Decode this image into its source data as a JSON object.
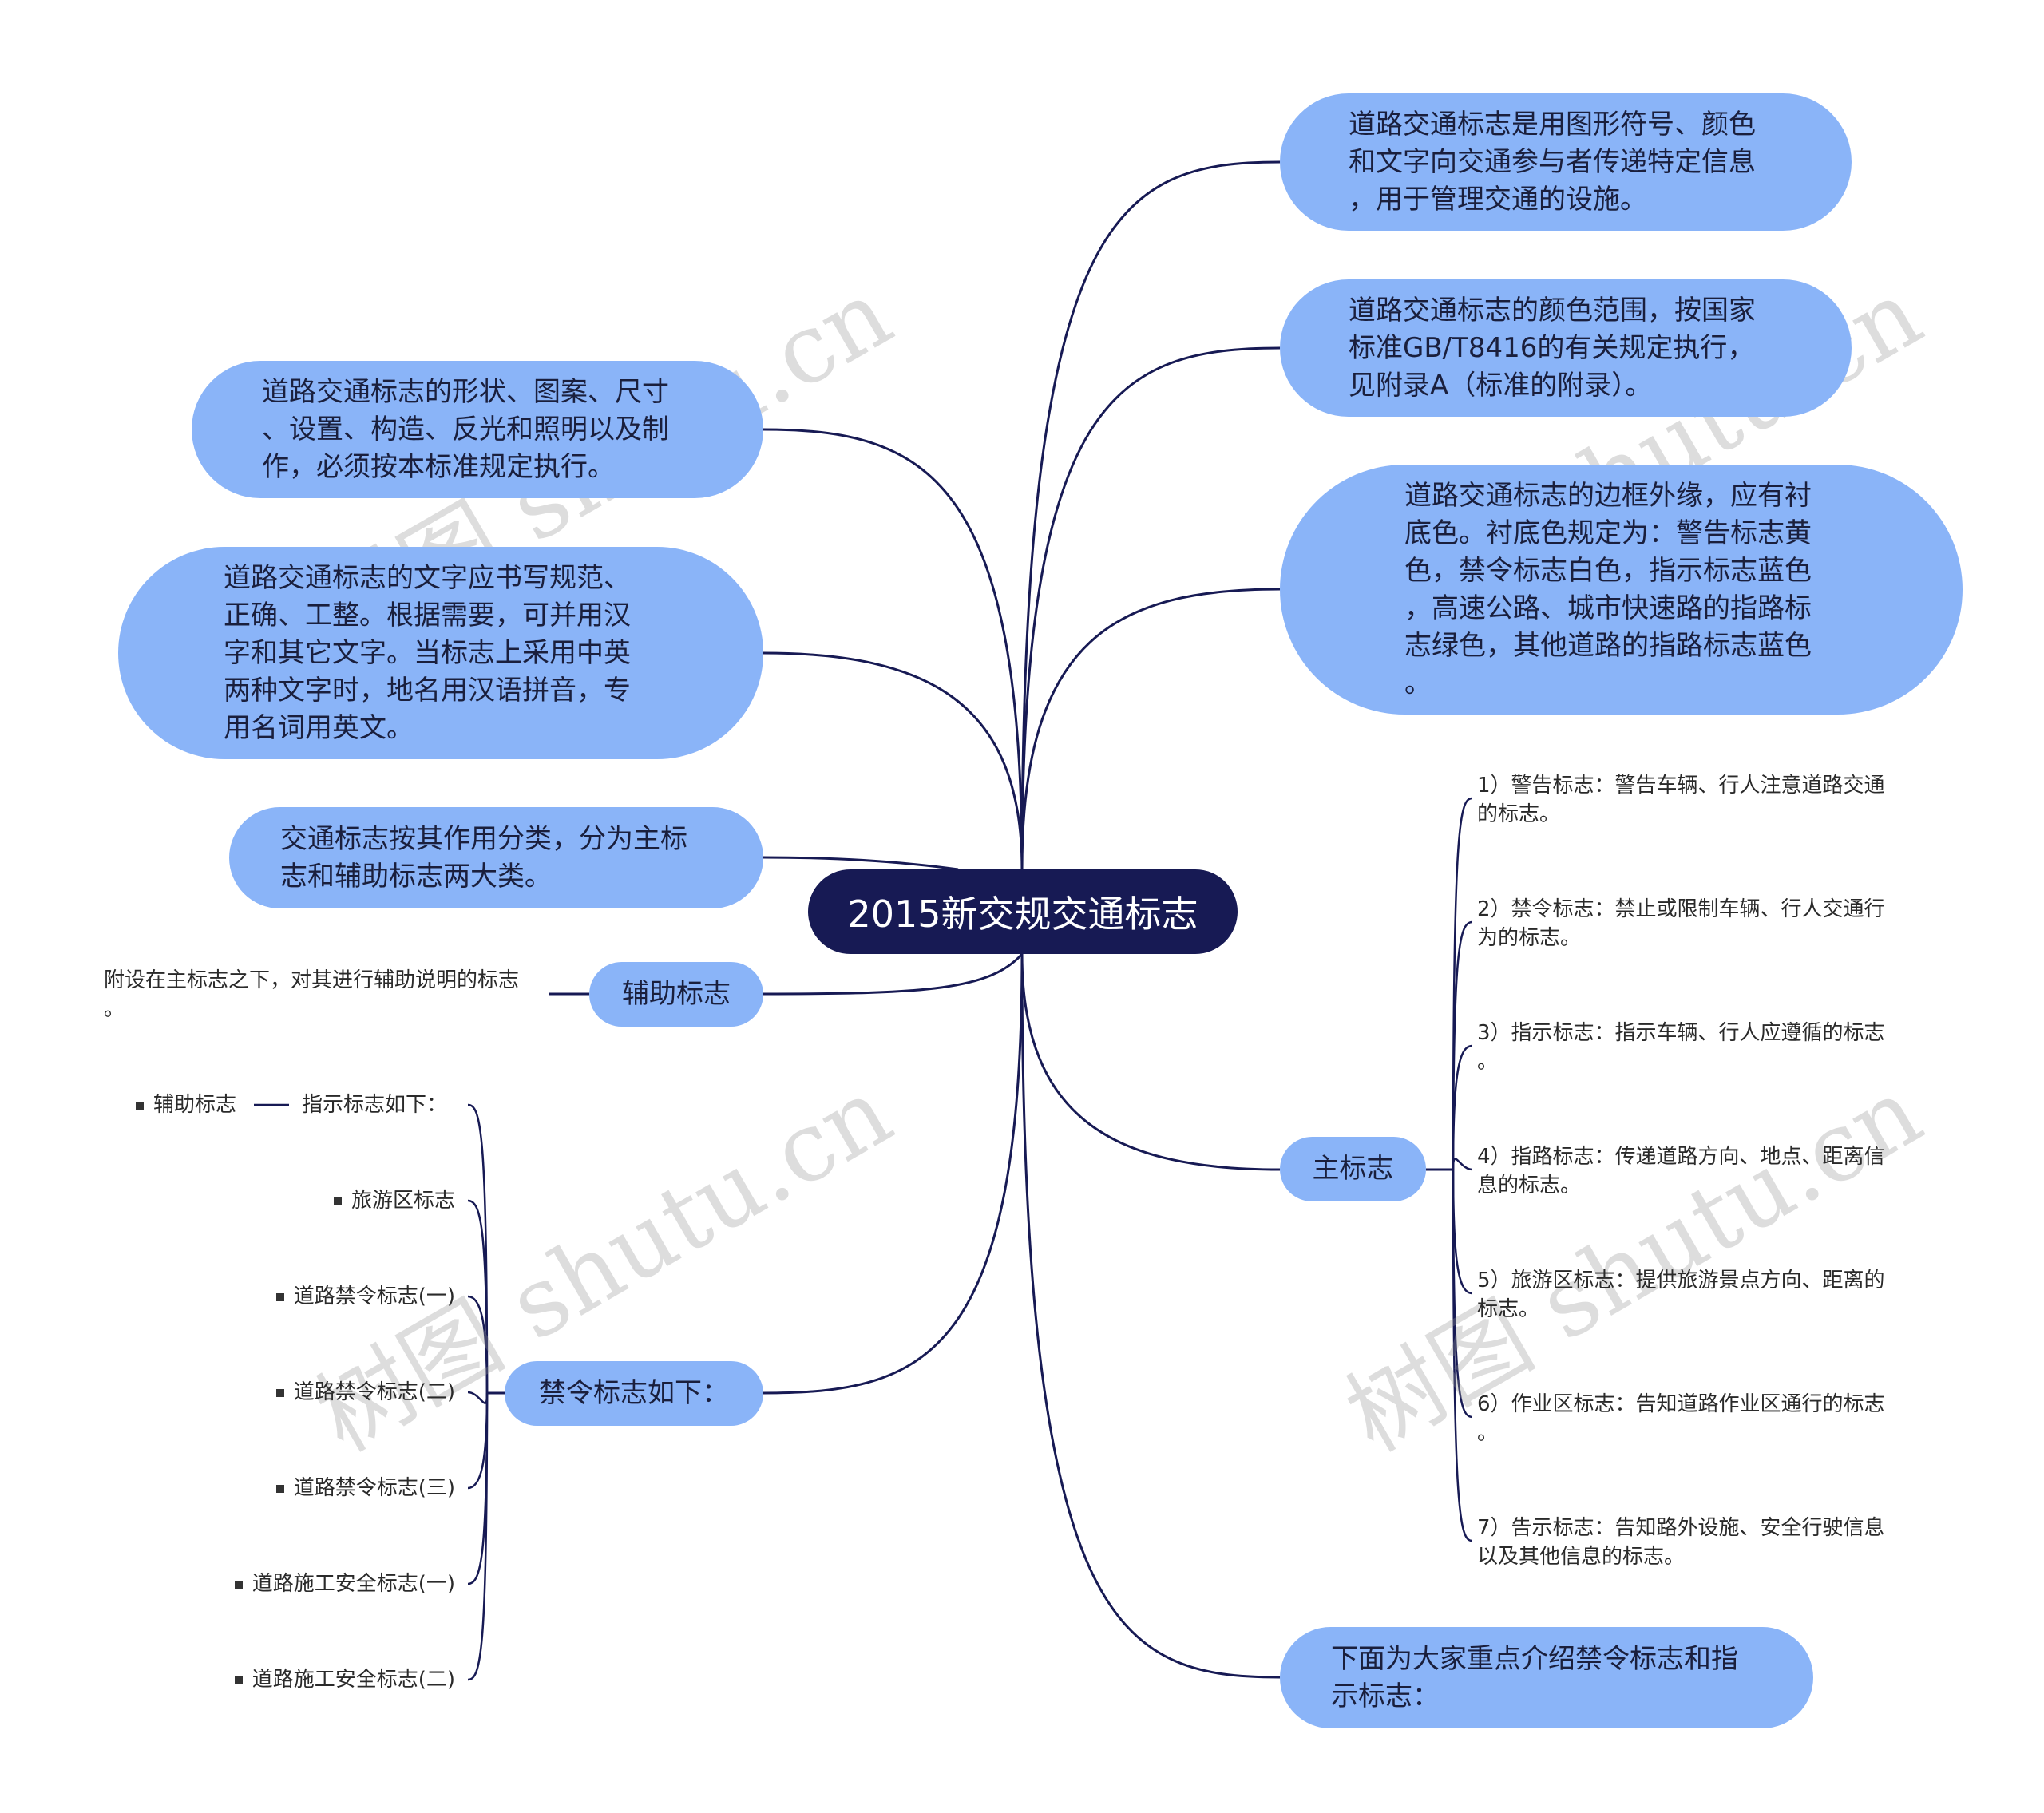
{
  "root": {
    "label": "2015新交规交通标志"
  },
  "left_notes": [
    "道路交通标志的形状、图案、尺寸\n、设置、构造、反光和照明以及制\n作，必须按本标准规定执行。",
    "道路交通标志的文字应书写规范、\n正确、工整。根据需要，可并用汉\n字和其它文字。当标志上采用中英\n两种文字时，地名用汉语拼音，专\n用名词用英文。",
    "交通标志按其作用分类，分为主标\n志和辅助标志两大类。"
  ],
  "right_notes": [
    "道路交通标志是用图形符号、颜色\n和文字向交通参与者传递特定信息\n，用于管理交通的设施。",
    "道路交通标志的颜色范围，按国家\n标准GB/T8416的有关规定执行，\n见附录A（标准的附录）。",
    "道路交通标志的边框外缘，应有衬\n底色。衬底色规定为：警告标志黄\n色，禁令标志白色，指示标志蓝色\n，高速公路、城市快速路的指路标\n志绿色，其他道路的指路标志蓝色\n。"
  ],
  "fuzhu": {
    "label": "辅助标志",
    "desc": "附设在主标志之下，对其进行辅助说明的标志\n。"
  },
  "jinling": {
    "label": "禁令标志如下：",
    "first_item": "辅助标志",
    "first_parent": "指示标志如下：",
    "items": [
      "旅游区标志",
      "道路禁令标志(一)",
      "道路禁令标志(二)",
      "道路禁令标志(三)",
      "道路施工安全标志(一)",
      "道路施工安全标志(二)"
    ]
  },
  "zhu": {
    "label": "主标志",
    "items": [
      "1）警告标志：警告车辆、行人注意道路交通\n的标志。",
      "2）禁令标志：禁止或限制车辆、行人交通行\n为的标志。",
      "3）指示标志：指示车辆、行人应遵循的标志\n。",
      "4）指路标志：传递道路方向、地点、距离信\n息的标志。",
      "5）旅游区标志：提供旅游景点方向、距离的\n标志。",
      "6）作业区标志：告知道路作业区通行的标志\n。",
      "7）告示标志：告知路外设施、安全行驶信息\n以及其他信息的标志。"
    ]
  },
  "intro": {
    "label": "下面为大家重点介绍禁令标志和指\n示标志："
  },
  "watermark": "树图 shutu.cn",
  "colors": {
    "node": "#8ab4f8",
    "root": "#171a54",
    "line": "#171a54"
  }
}
